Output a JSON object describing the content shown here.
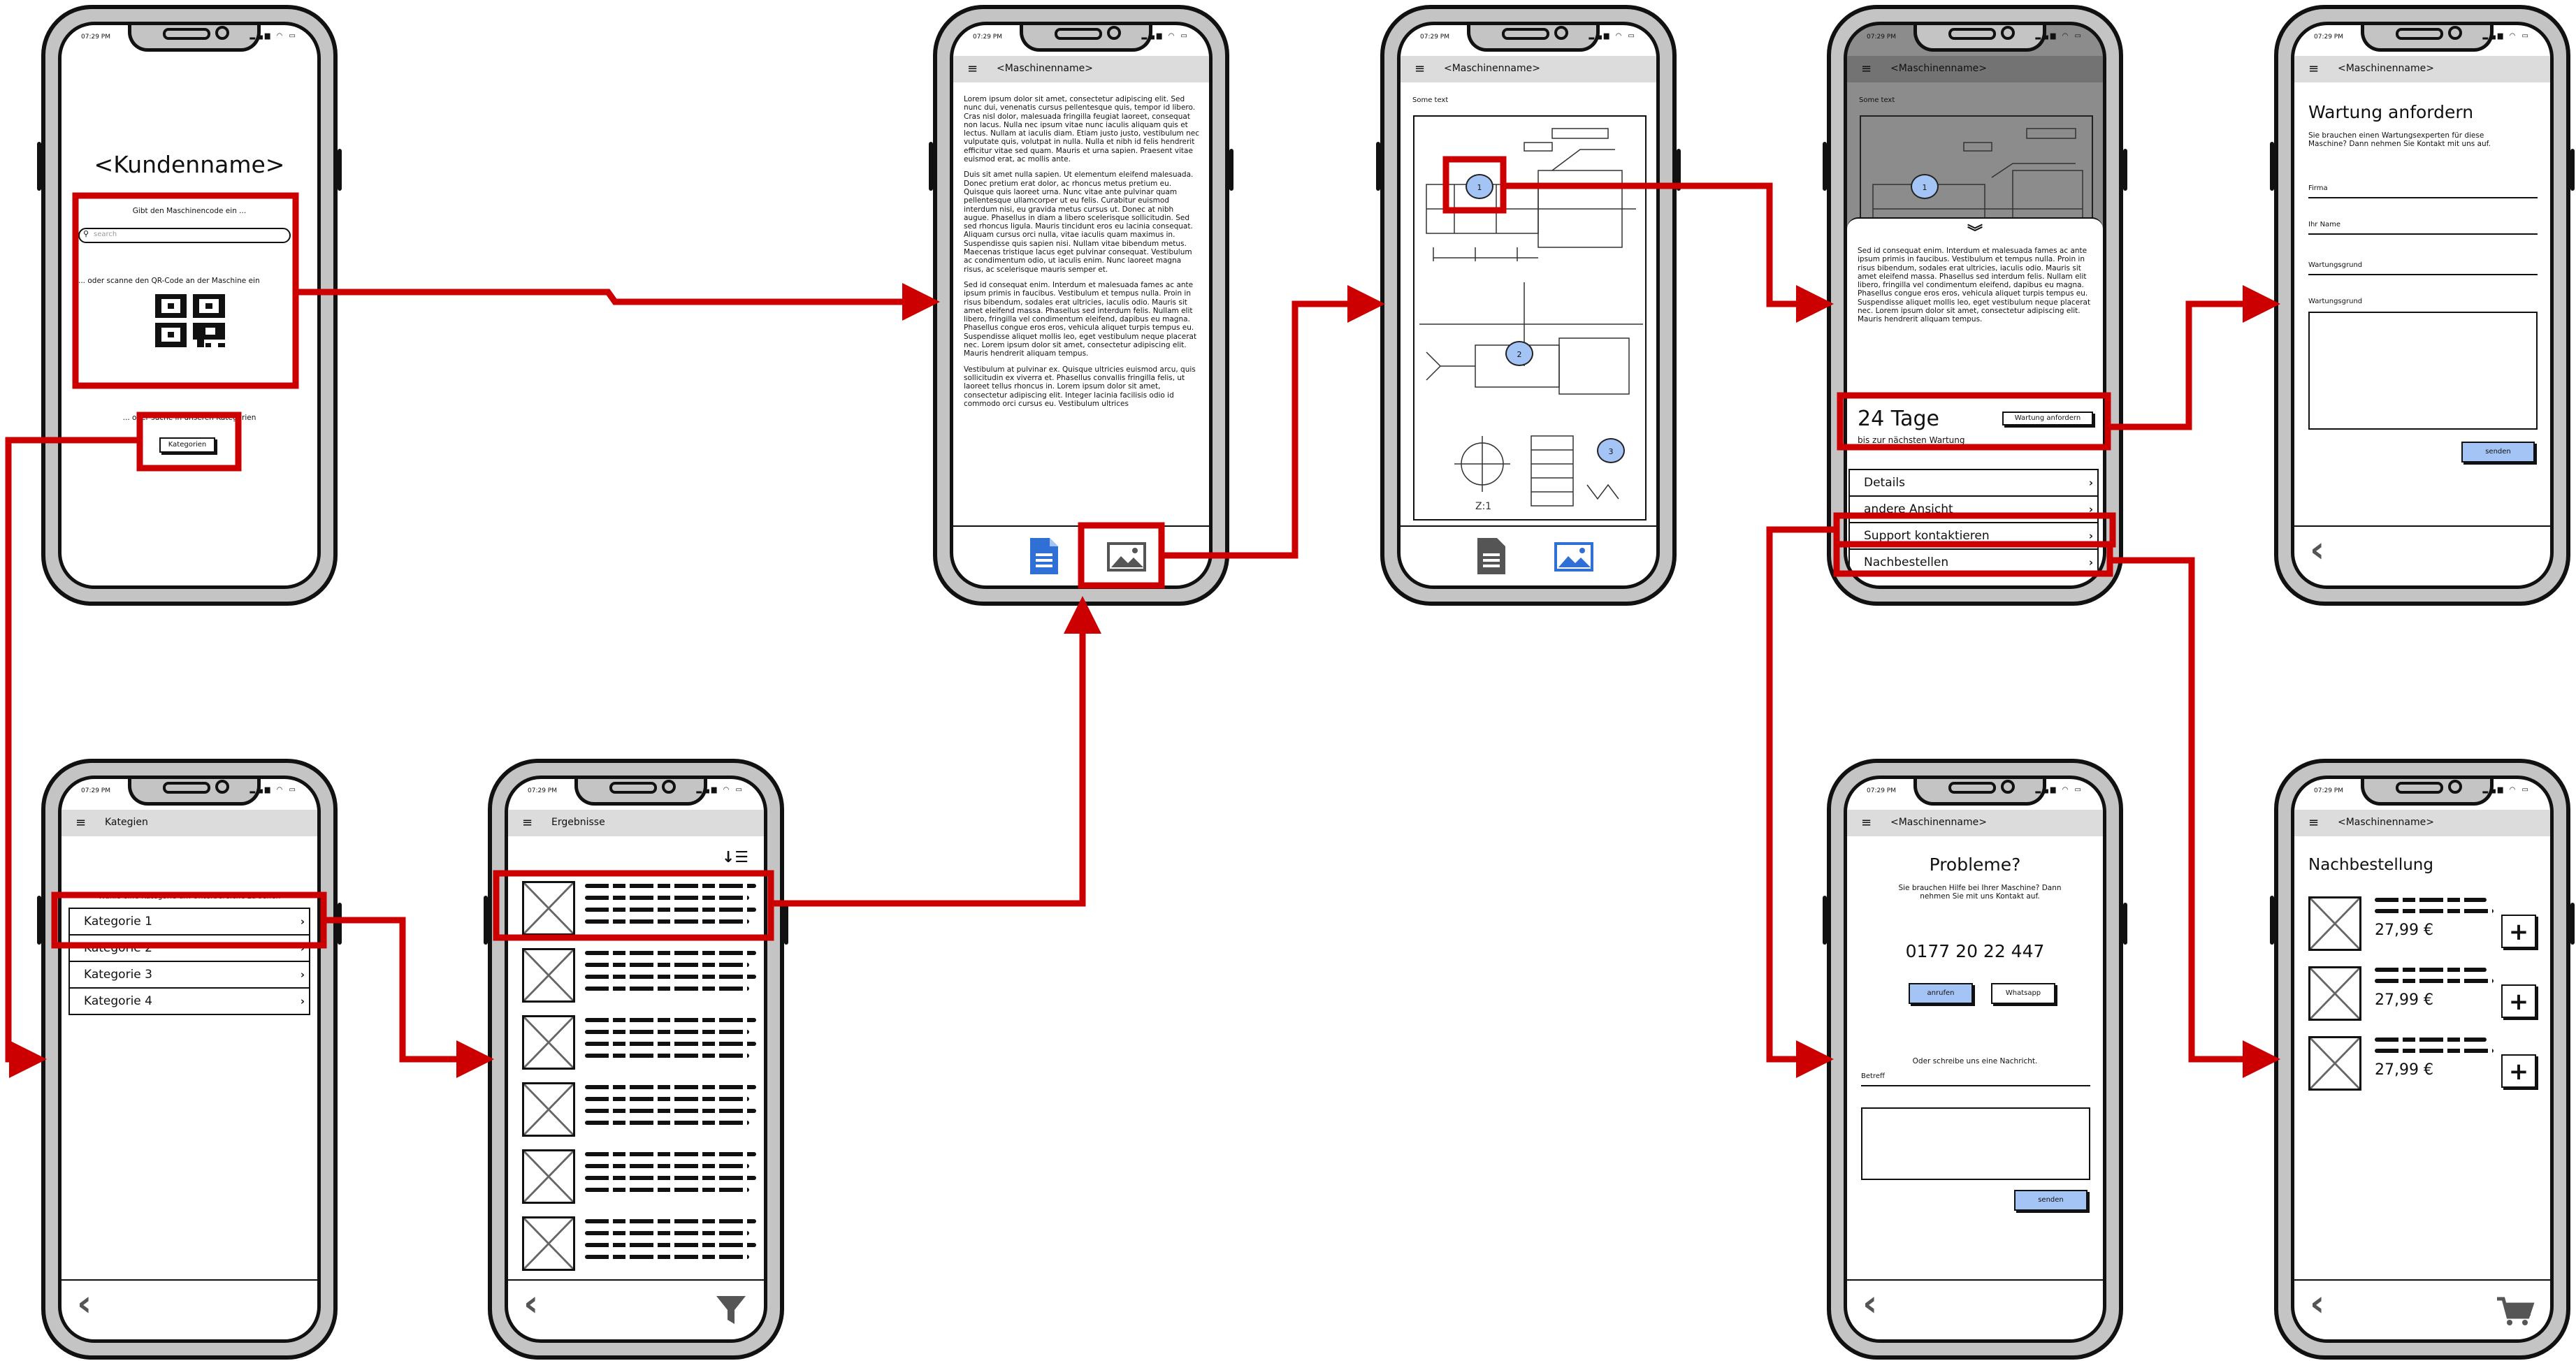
{
  "status_time": "07:29 PM",
  "accent_color": "#cc0000",
  "highlight_color": "#a3c4f5",
  "screens": {
    "start": {
      "title": "<Kundenname>",
      "code_prompt": "Gibt den Maschinencode ein ...",
      "search_placeholder": "search",
      "qr_prompt": "... oder scanne den QR-Code an der Maschine ein",
      "categories_prompt": "... oder suche in unseren Kategorien",
      "categories_button": "Kategorien"
    },
    "document": {
      "header": "<Maschinenname>",
      "paragraphs": [
        "Lorem ipsum dolor sit amet, consectetur adipiscing elit. Sed nunc dui, venenatis cursus pellentesque quis, tempor id libero. Cras nisl dolor, malesuada fringilla feugiat laoreet, consequat non lacus. Nulla nec ipsum vitae nunc iaculis aliquam quis et lectus. Nullam at iaculis diam. Etiam justo justo, vestibulum nec vulputate quis, volutpat in nulla. Nulla et nibh id felis hendrerit efficitur vitae sed quam. Mauris et urna sapien. Praesent vitae euismod erat, ac mollis ante.",
        "Duis sit amet nulla sapien. Ut elementum eleifend malesuada. Donec pretium erat dolor, ac rhoncus metus pretium eu. Quisque quis laoreet urna. Nunc vitae ante pulvinar quam pellentesque ullamcorper ut eu felis. Curabitur euismod interdum nisi, eu gravida metus cursus ut. Donec at nibh augue. Phasellus in diam a libero scelerisque sollicitudin. Sed sed rhoncus ligula. Mauris tincidunt eros eu lacinia consequat. Aliquam cursus orci nulla, vitae iaculis quam maximus in. Suspendisse quis sapien nisi. Nullam vitae bibendum metus. Maecenas tristique lacus eget pulvinar consequat. Vestibulum ac condimentum odio, ut iaculis enim. Nunc laoreet magna risus, ac scelerisque mauris semper et.",
        "Sed id consequat enim. Interdum et malesuada fames ac ante ipsum primis in faucibus. Vestibulum et tempus nulla. Proin in risus bibendum, sodales erat ultricies, iaculis odio. Mauris sit amet eleifend massa. Phasellus sed interdum felis. Nullam elit libero, fringilla vel condimentum eleifend, dapibus eu magna. Phasellus congue eros eros, vehicula aliquet turpis tempus eu. Suspendisse aliquet mollis leo, eget vestibulum neque placerat nec. Lorem ipsum dolor sit amet, consectetur adipiscing elit. Mauris hendrerit aliquam tempus.",
        "Vestibulum at pulvinar ex. Quisque ultricies euismod arcu, quis sollicitudin ex viverra et. Phasellus convallis fringilla felis, ut laoreet tellus rhoncus in. Lorem ipsum dolor sit amet, consectetur adipiscing elit. Integer lacinia facilisis odio id commodo orci cursus eu. Vestibulum ultrices"
      ]
    },
    "drawing": {
      "header": "<Maschinenname>",
      "caption": "Some text",
      "markers": [
        "1",
        "2",
        "3"
      ]
    },
    "detail": {
      "header": "<Maschinenname>",
      "caption": "Some text",
      "marker": "1",
      "text": "Sed id consequat enim. Interdum et malesuada fames ac ante ipsum primis in faucibus. Vestibulum et tempus nulla. Proin in risus bibendum, sodales erat ultricies, iaculis odio. Mauris sit amet eleifend massa. Phasellus sed interdum felis. Nullam elit libero, fringilla vel condimentum eleifend, dapibus eu magna. Phasellus congue eros eros, vehicula aliquet turpis tempus eu. Suspendisse aliquet mollis leo, eget vestibulum neque placerat nec. Lorem ipsum dolor sit amet, consectetur adipiscing elit. Mauris hendrerit aliquam tempus.",
      "days": "24 Tage",
      "days_sub": "bis zur nächsten Wartung",
      "maintenance_button": "Wartung anfordern",
      "menu": [
        "Details",
        "andere Ansicht",
        "Support kontaktieren",
        "Nachbestellen"
      ]
    },
    "maintenance": {
      "header": "<Maschinenname>",
      "title": "Wartung anfordern",
      "description": "Sie brauchen einen Wartungsexperten für diese Maschine? Dann nehmen Sie Kontakt mit uns auf.",
      "fields": [
        "Firma",
        "Ihr Name",
        "Wartungsgrund"
      ],
      "textarea_label": "Wartungsgrund",
      "submit": "senden"
    },
    "categories": {
      "header": "Kategien",
      "prompt": "Wähle eine Kategorie um Unterbereiche zu sehen",
      "items": [
        "Kategorie 1",
        "Kategorie 2",
        "Kategorie 3",
        "Kategorie 4"
      ]
    },
    "results": {
      "header": "Ergebnisse",
      "item_count": 6
    },
    "support": {
      "header": "<Maschinenname>",
      "title": "Probleme?",
      "description": "Sie brauchen Hilfe bei Ihrer Maschine? Dann nehmen Sie mit uns Kontakt auf.",
      "phone": "0177 20 22 447",
      "call_button": "anrufen",
      "whatsapp_button": "Whatsapp",
      "message_prompt": "Oder schreibe uns eine Nachricht.",
      "subject_label": "Betreff",
      "submit": "senden"
    },
    "reorder": {
      "header": "<Maschinenname>",
      "title": "Nachbestellung",
      "items": [
        {
          "price": "27,99 €"
        },
        {
          "price": "27,99 €"
        },
        {
          "price": "27,99 €"
        }
      ]
    }
  }
}
